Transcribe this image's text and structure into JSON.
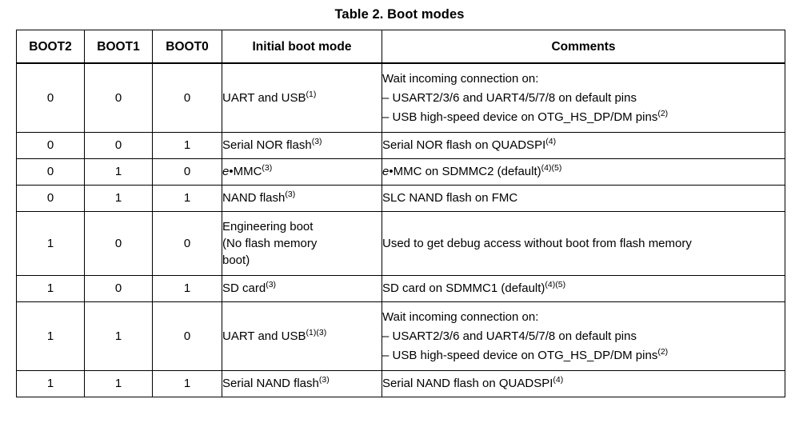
{
  "title": "Table 2. Boot modes",
  "table": {
    "headers": [
      "BOOT2",
      "BOOT1",
      "BOOT0",
      "Initial boot mode",
      "Comments"
    ],
    "rows": [
      {
        "boot2": "0",
        "boot1": "0",
        "boot0": "0",
        "mode_lines": [
          "UART and USB(1)"
        ],
        "mode_text": "UART and USB",
        "mode_sup": [
          "1"
        ],
        "comment_lines": [
          "Wait incoming connection on:",
          "– USART2/3/6 and UART4/5/7/8 on default pins",
          "– USB high-speed device on OTG_HS_DP/DM pins(2)"
        ]
      },
      {
        "boot2": "0",
        "boot1": "0",
        "boot0": "1",
        "mode_text": "Serial NOR flash",
        "mode_sup": [
          "3"
        ],
        "comment_text": "Serial NOR flash on QUADSPI",
        "comment_sup": [
          "4"
        ]
      },
      {
        "boot2": "0",
        "boot1": "1",
        "boot0": "0",
        "mode_text": "e•MMC",
        "mode_sup": [
          "3"
        ],
        "comment_text": "e•MMC on SDMMC2 (default)",
        "comment_sup": [
          "4",
          "5"
        ]
      },
      {
        "boot2": "0",
        "boot1": "1",
        "boot0": "1",
        "mode_text": "NAND flash",
        "mode_sup": [
          "3"
        ],
        "comment_text": "SLC NAND flash on FMC",
        "comment_sup": []
      },
      {
        "boot2": "1",
        "boot1": "0",
        "boot0": "0",
        "mode_lines": [
          "Engineering boot",
          "(No flash memory",
          "boot)"
        ],
        "comment_text": "Used to get debug access without boot from flash memory",
        "comment_sup": []
      },
      {
        "boot2": "1",
        "boot1": "0",
        "boot0": "1",
        "mode_text": "SD card",
        "mode_sup": [
          "3"
        ],
        "comment_text": "SD card on SDMMC1 (default)",
        "comment_sup": [
          "4",
          "5"
        ]
      },
      {
        "boot2": "1",
        "boot1": "1",
        "boot0": "0",
        "mode_text": "UART and USB",
        "mode_sup": [
          "1",
          "3"
        ],
        "comment_lines": [
          "Wait incoming connection on:",
          "– USART2/3/6 and UART4/5/7/8 on default pins",
          "– USB high-speed device on OTG_HS_DP/DM pins(2)"
        ]
      },
      {
        "boot2": "1",
        "boot1": "1",
        "boot0": "1",
        "mode_text": "Serial NAND flash",
        "mode_sup": [
          "3"
        ],
        "comment_text": "Serial NAND flash on QUADSPI",
        "comment_sup": [
          "4"
        ]
      }
    ],
    "comment_list_lines": {
      "header": "Wait incoming connection on:",
      "item1": "– USART2/3/6 and UART4/5/7/8 on default pins",
      "item2_text": "– USB high-speed device on OTG_HS_DP/DM pins",
      "item2_sup": "2"
    }
  },
  "colors": {
    "border": "#000000",
    "text": "#000000",
    "background": "#ffffff"
  }
}
